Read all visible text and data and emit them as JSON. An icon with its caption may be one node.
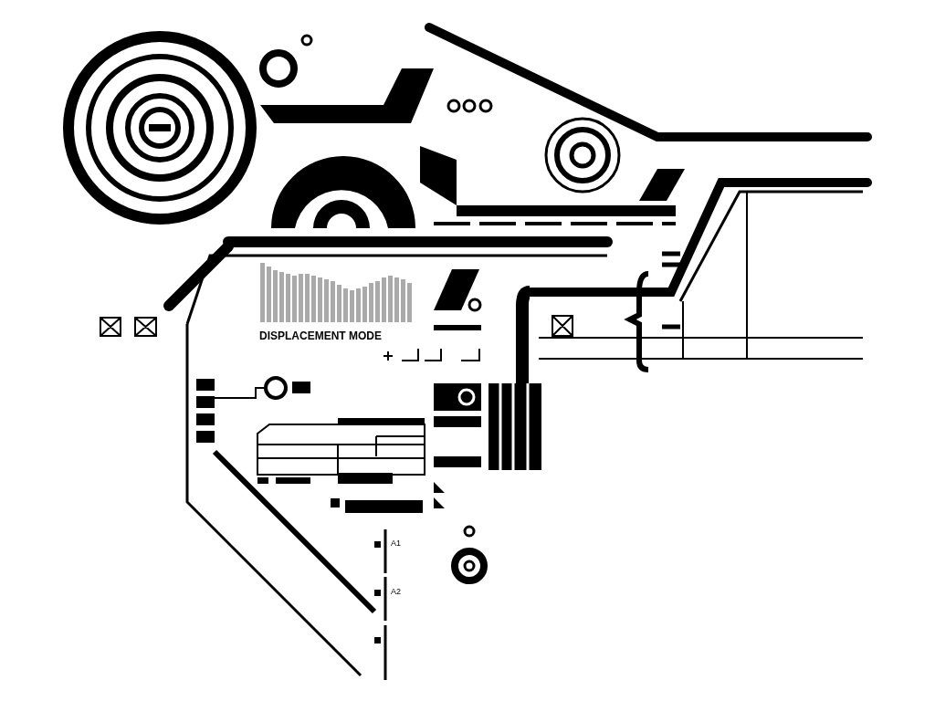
{
  "diagram": {
    "labels": [
      "DISPLACEMENT MODE",
      "A1",
      "A2"
    ]
  }
}
